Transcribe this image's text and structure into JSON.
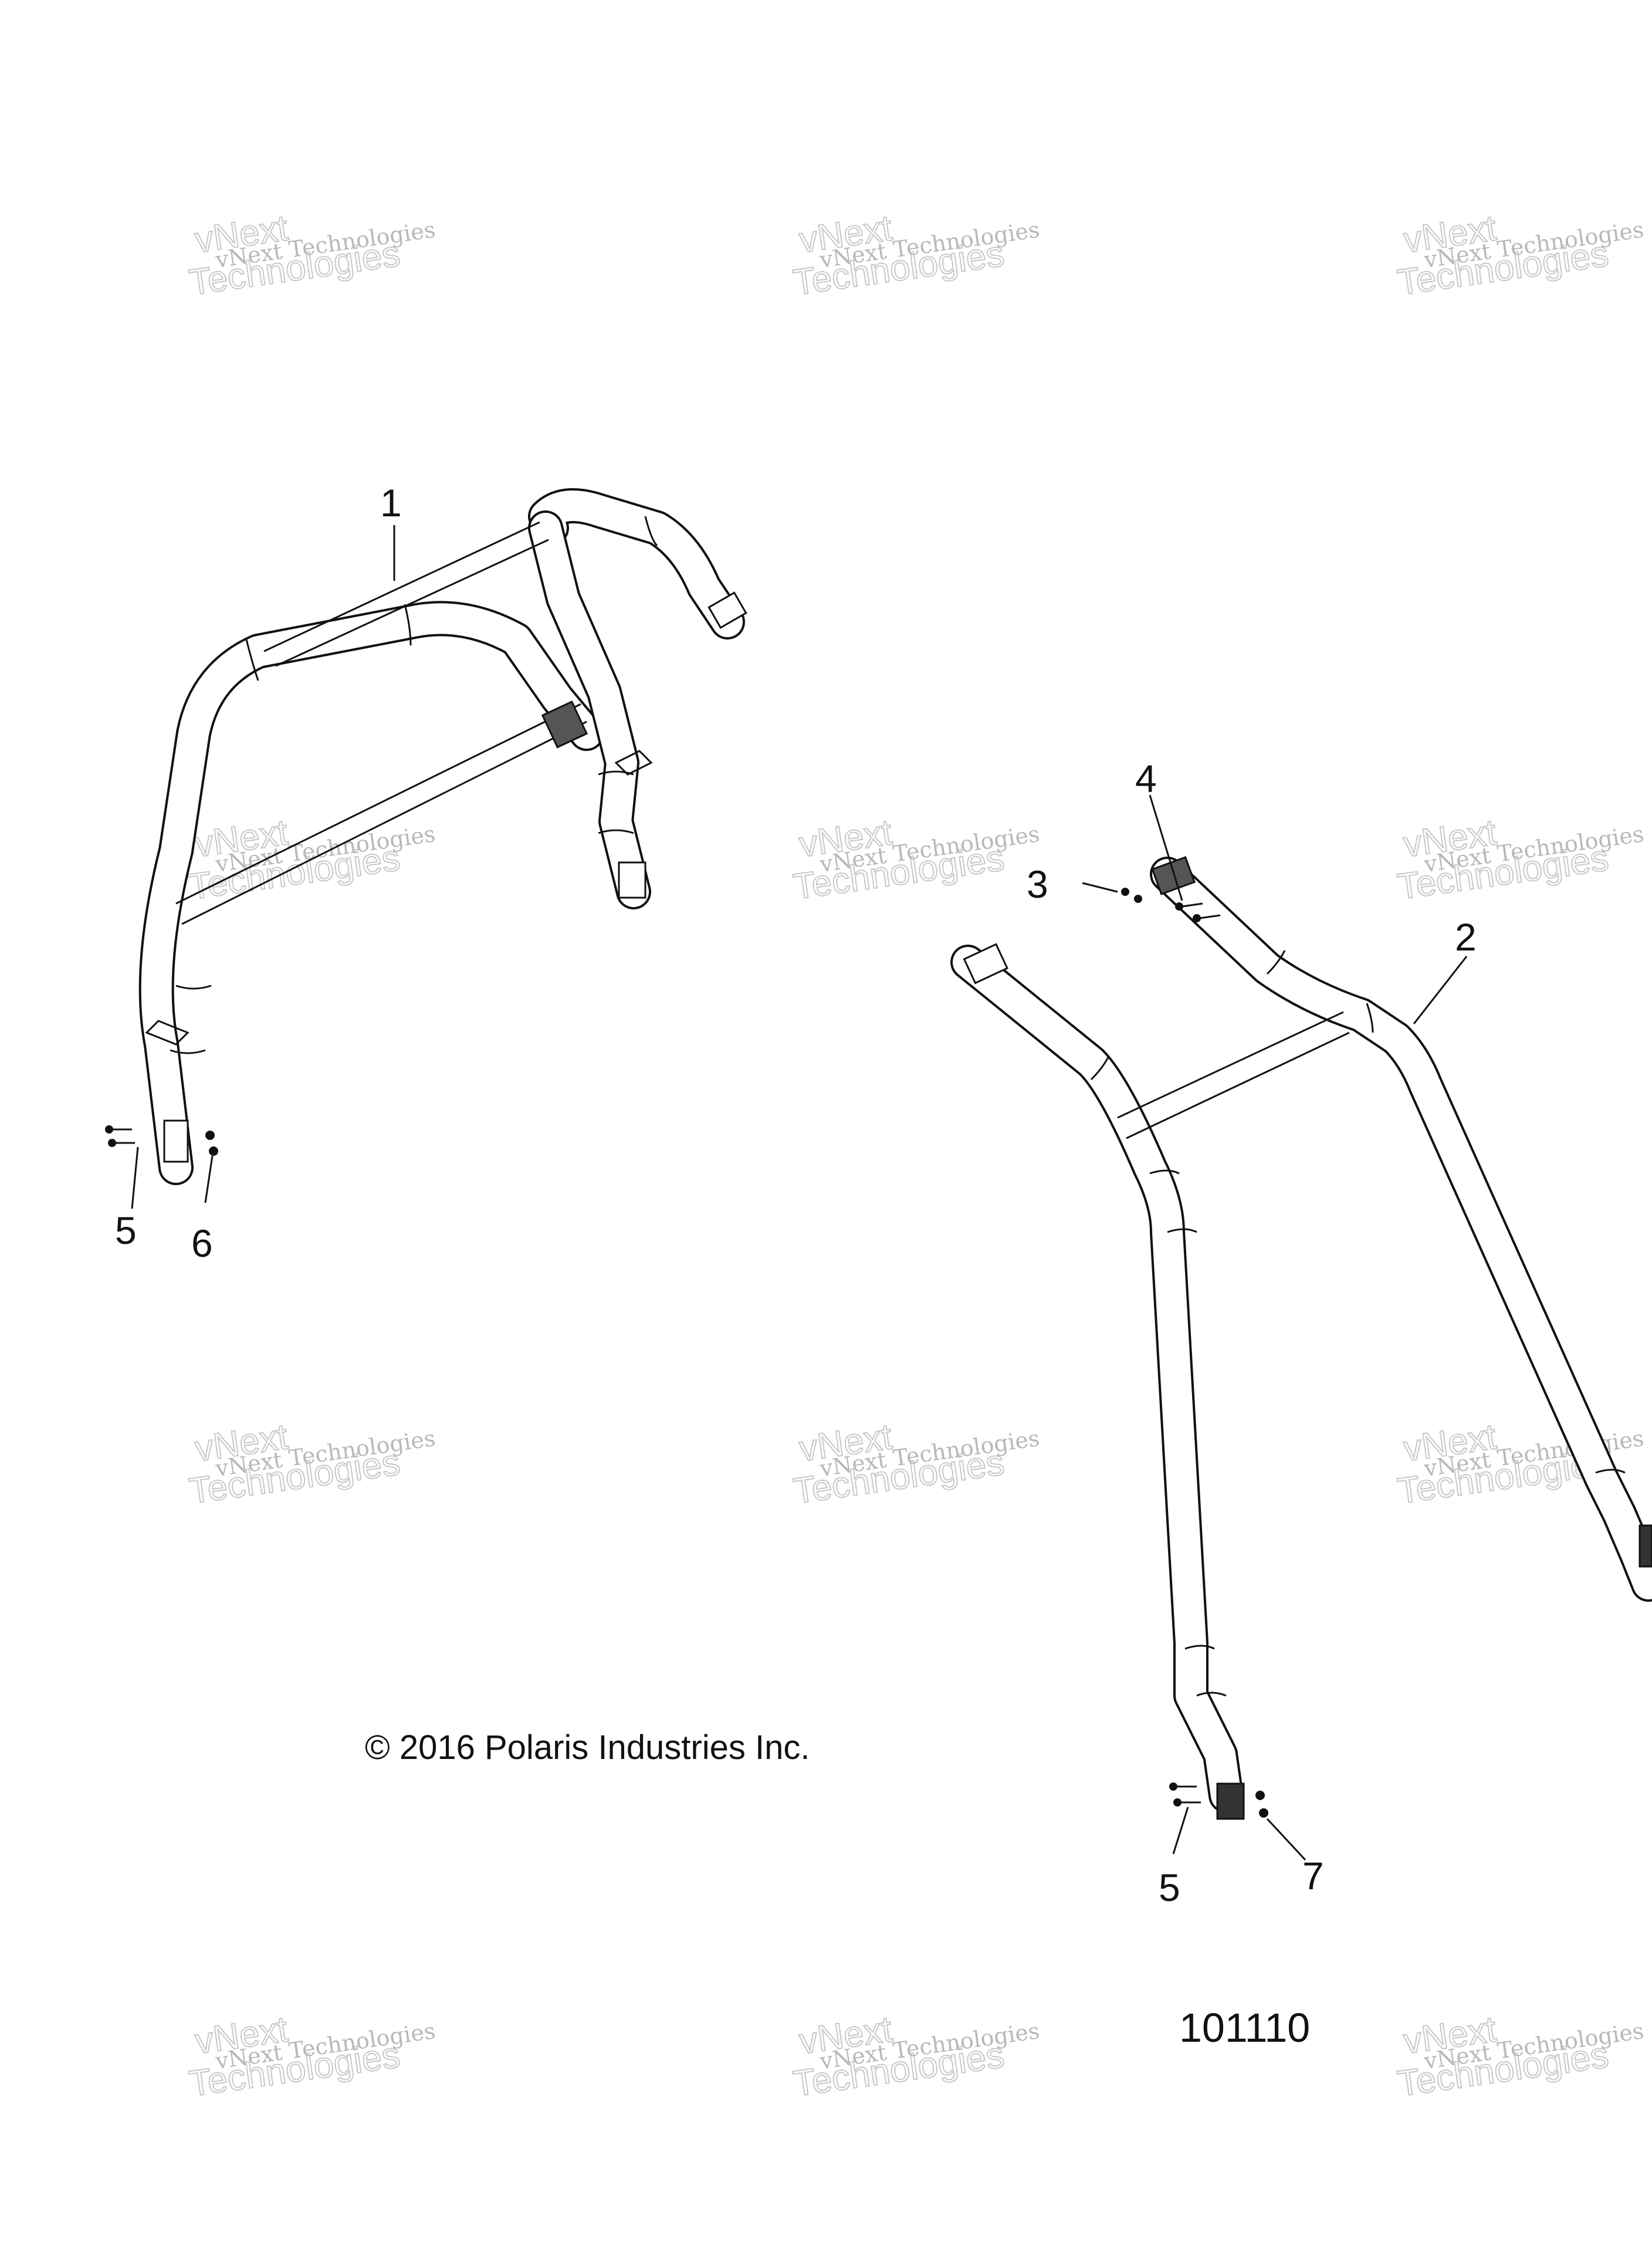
{
  "diagram": {
    "callouts": [
      "1",
      "2",
      "3",
      "4",
      "5",
      "6",
      "5",
      "7"
    ],
    "copyright": "© 2016 Polaris Industries Inc.",
    "part_number": "101110",
    "watermark": {
      "line1": "vNext Technologies",
      "line2": "vNext",
      "line3": "Technologies"
    }
  }
}
